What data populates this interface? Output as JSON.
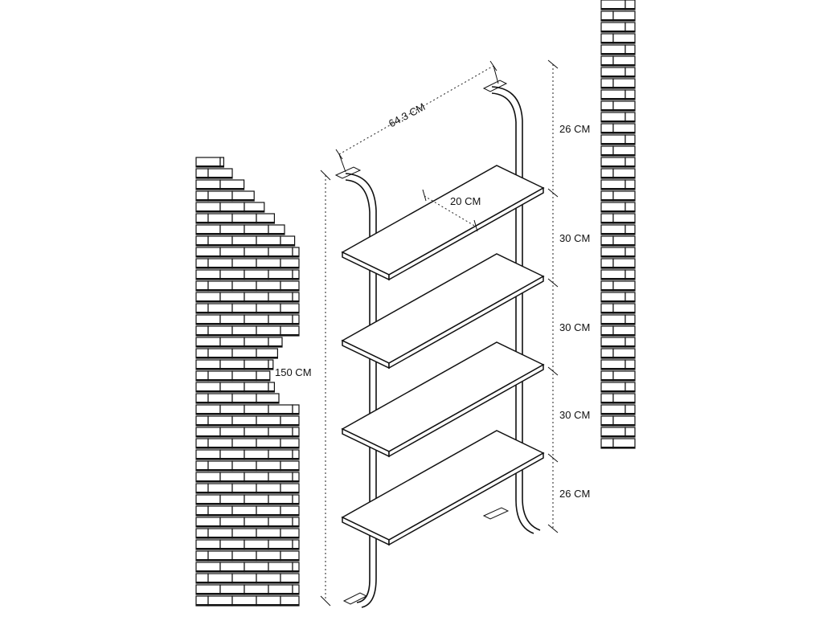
{
  "diagram": {
    "dimensions": {
      "width_label": "64.3 CM",
      "depth_label": "20 CM",
      "height_label": "150 CM",
      "segments": [
        {
          "label": "26 CM"
        },
        {
          "label": "30 CM"
        },
        {
          "label": "30 CM"
        },
        {
          "label": "30 CM"
        },
        {
          "label": "26 CM"
        }
      ]
    },
    "shelf_count": 4,
    "colors": {
      "line": "#111111",
      "background": "#ffffff"
    },
    "icons": [
      "brick-wall-left",
      "brick-wall-right",
      "wall-bracket"
    ]
  }
}
